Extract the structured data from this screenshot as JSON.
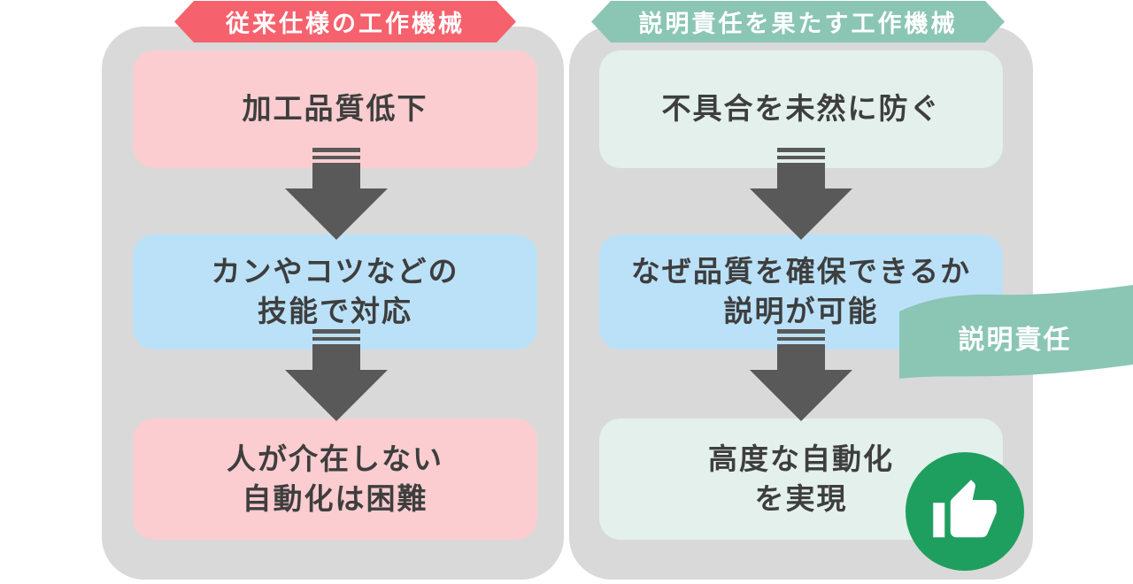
{
  "colors": {
    "panel_bg": "#d9d9d9",
    "pink_box": "#fbcdd0",
    "blue_box": "#bae1f8",
    "mint_box": "#e3f0eb",
    "red_banner": "#f5616c",
    "green_banner": "#8ac6b3",
    "arrow": "#595959",
    "text": "#3e3e3e",
    "thumb_circle": "#1f9f5f"
  },
  "columns": [
    {
      "banner_label": "従来仕様の工作機械",
      "steps": [
        {
          "text": "加工品質低下"
        },
        {
          "text": "カンやコツなどの\n技能で対応"
        },
        {
          "text": "人が介在しない\n自動化は困難"
        }
      ]
    },
    {
      "banner_label": "説明責任を果たす工作機械",
      "steps": [
        {
          "text": "不具合を未然に防ぐ"
        },
        {
          "text": "なぜ品質を確保できるか\n説明が可能"
        },
        {
          "text": "高度な自動化\nを実現"
        }
      ]
    }
  ],
  "ribbon": {
    "label": "説明責任"
  },
  "badge": {
    "icon": "thumbs-up-icon"
  }
}
